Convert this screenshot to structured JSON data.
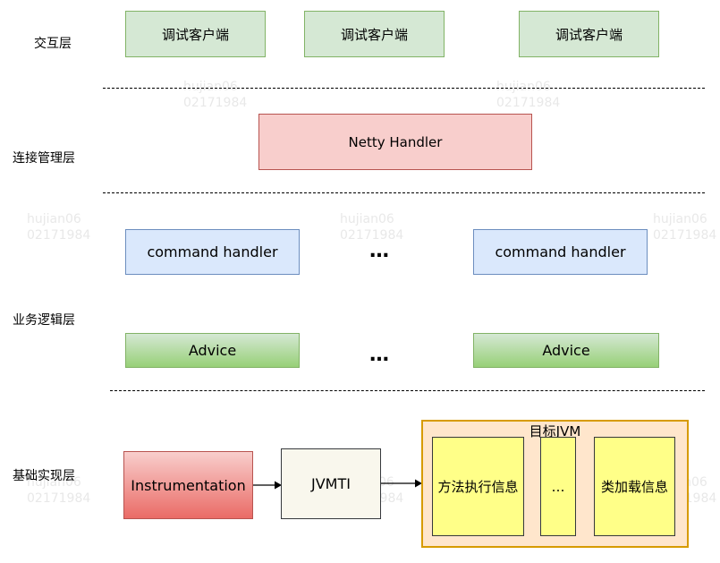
{
  "layers": {
    "interaction": "交互层",
    "connection": "连接管理层",
    "business": "业务逻辑层",
    "foundation": "基础实现层"
  },
  "interaction": {
    "clients": [
      "调试客户端",
      "调试客户端",
      "调试客户端"
    ]
  },
  "connection": {
    "netty": "Netty Handler"
  },
  "business": {
    "command_handlers": [
      "command handler",
      "command handler"
    ],
    "advices": [
      "Advice",
      "Advice"
    ],
    "ellipsis": "…"
  },
  "foundation": {
    "instrumentation": "Instrumentation",
    "jvmti": "JVMTI",
    "target_jvm": {
      "title": "目标JVM",
      "items": [
        "方法执行信息",
        "…",
        "类加载信息"
      ]
    }
  },
  "watermark": [
    "hujian06",
    "02171984"
  ],
  "colors": {
    "client_fill": "#d5e8d4",
    "netty_fill": "#f8cecc",
    "command_fill": "#dae8fc",
    "advice_fill": "#97d077",
    "instrumentation_fill": "#ea6b66",
    "jvm_fill": "#ffe6cc",
    "jvm_border": "#d79b00",
    "info_fill": "#ffff88"
  }
}
